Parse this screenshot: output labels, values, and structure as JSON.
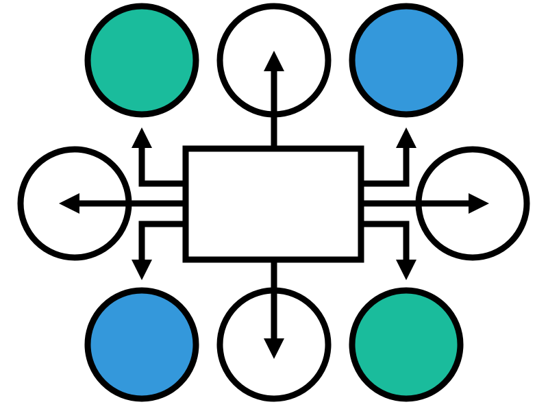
{
  "diagram": {
    "stroke_color": "#000000",
    "background_color": "#ffffff",
    "center_box": {
      "fill": "#ffffff"
    },
    "nodes": [
      {
        "id": "top-left",
        "fill": "#1abc9c"
      },
      {
        "id": "top-center",
        "fill": "#ffffff"
      },
      {
        "id": "top-right",
        "fill": "#3498db"
      },
      {
        "id": "middle-left",
        "fill": "#ffffff"
      },
      {
        "id": "middle-right",
        "fill": "#ffffff"
      },
      {
        "id": "bottom-left",
        "fill": "#3498db"
      },
      {
        "id": "bottom-center",
        "fill": "#ffffff"
      },
      {
        "id": "bottom-right",
        "fill": "#1abc9c"
      }
    ]
  }
}
